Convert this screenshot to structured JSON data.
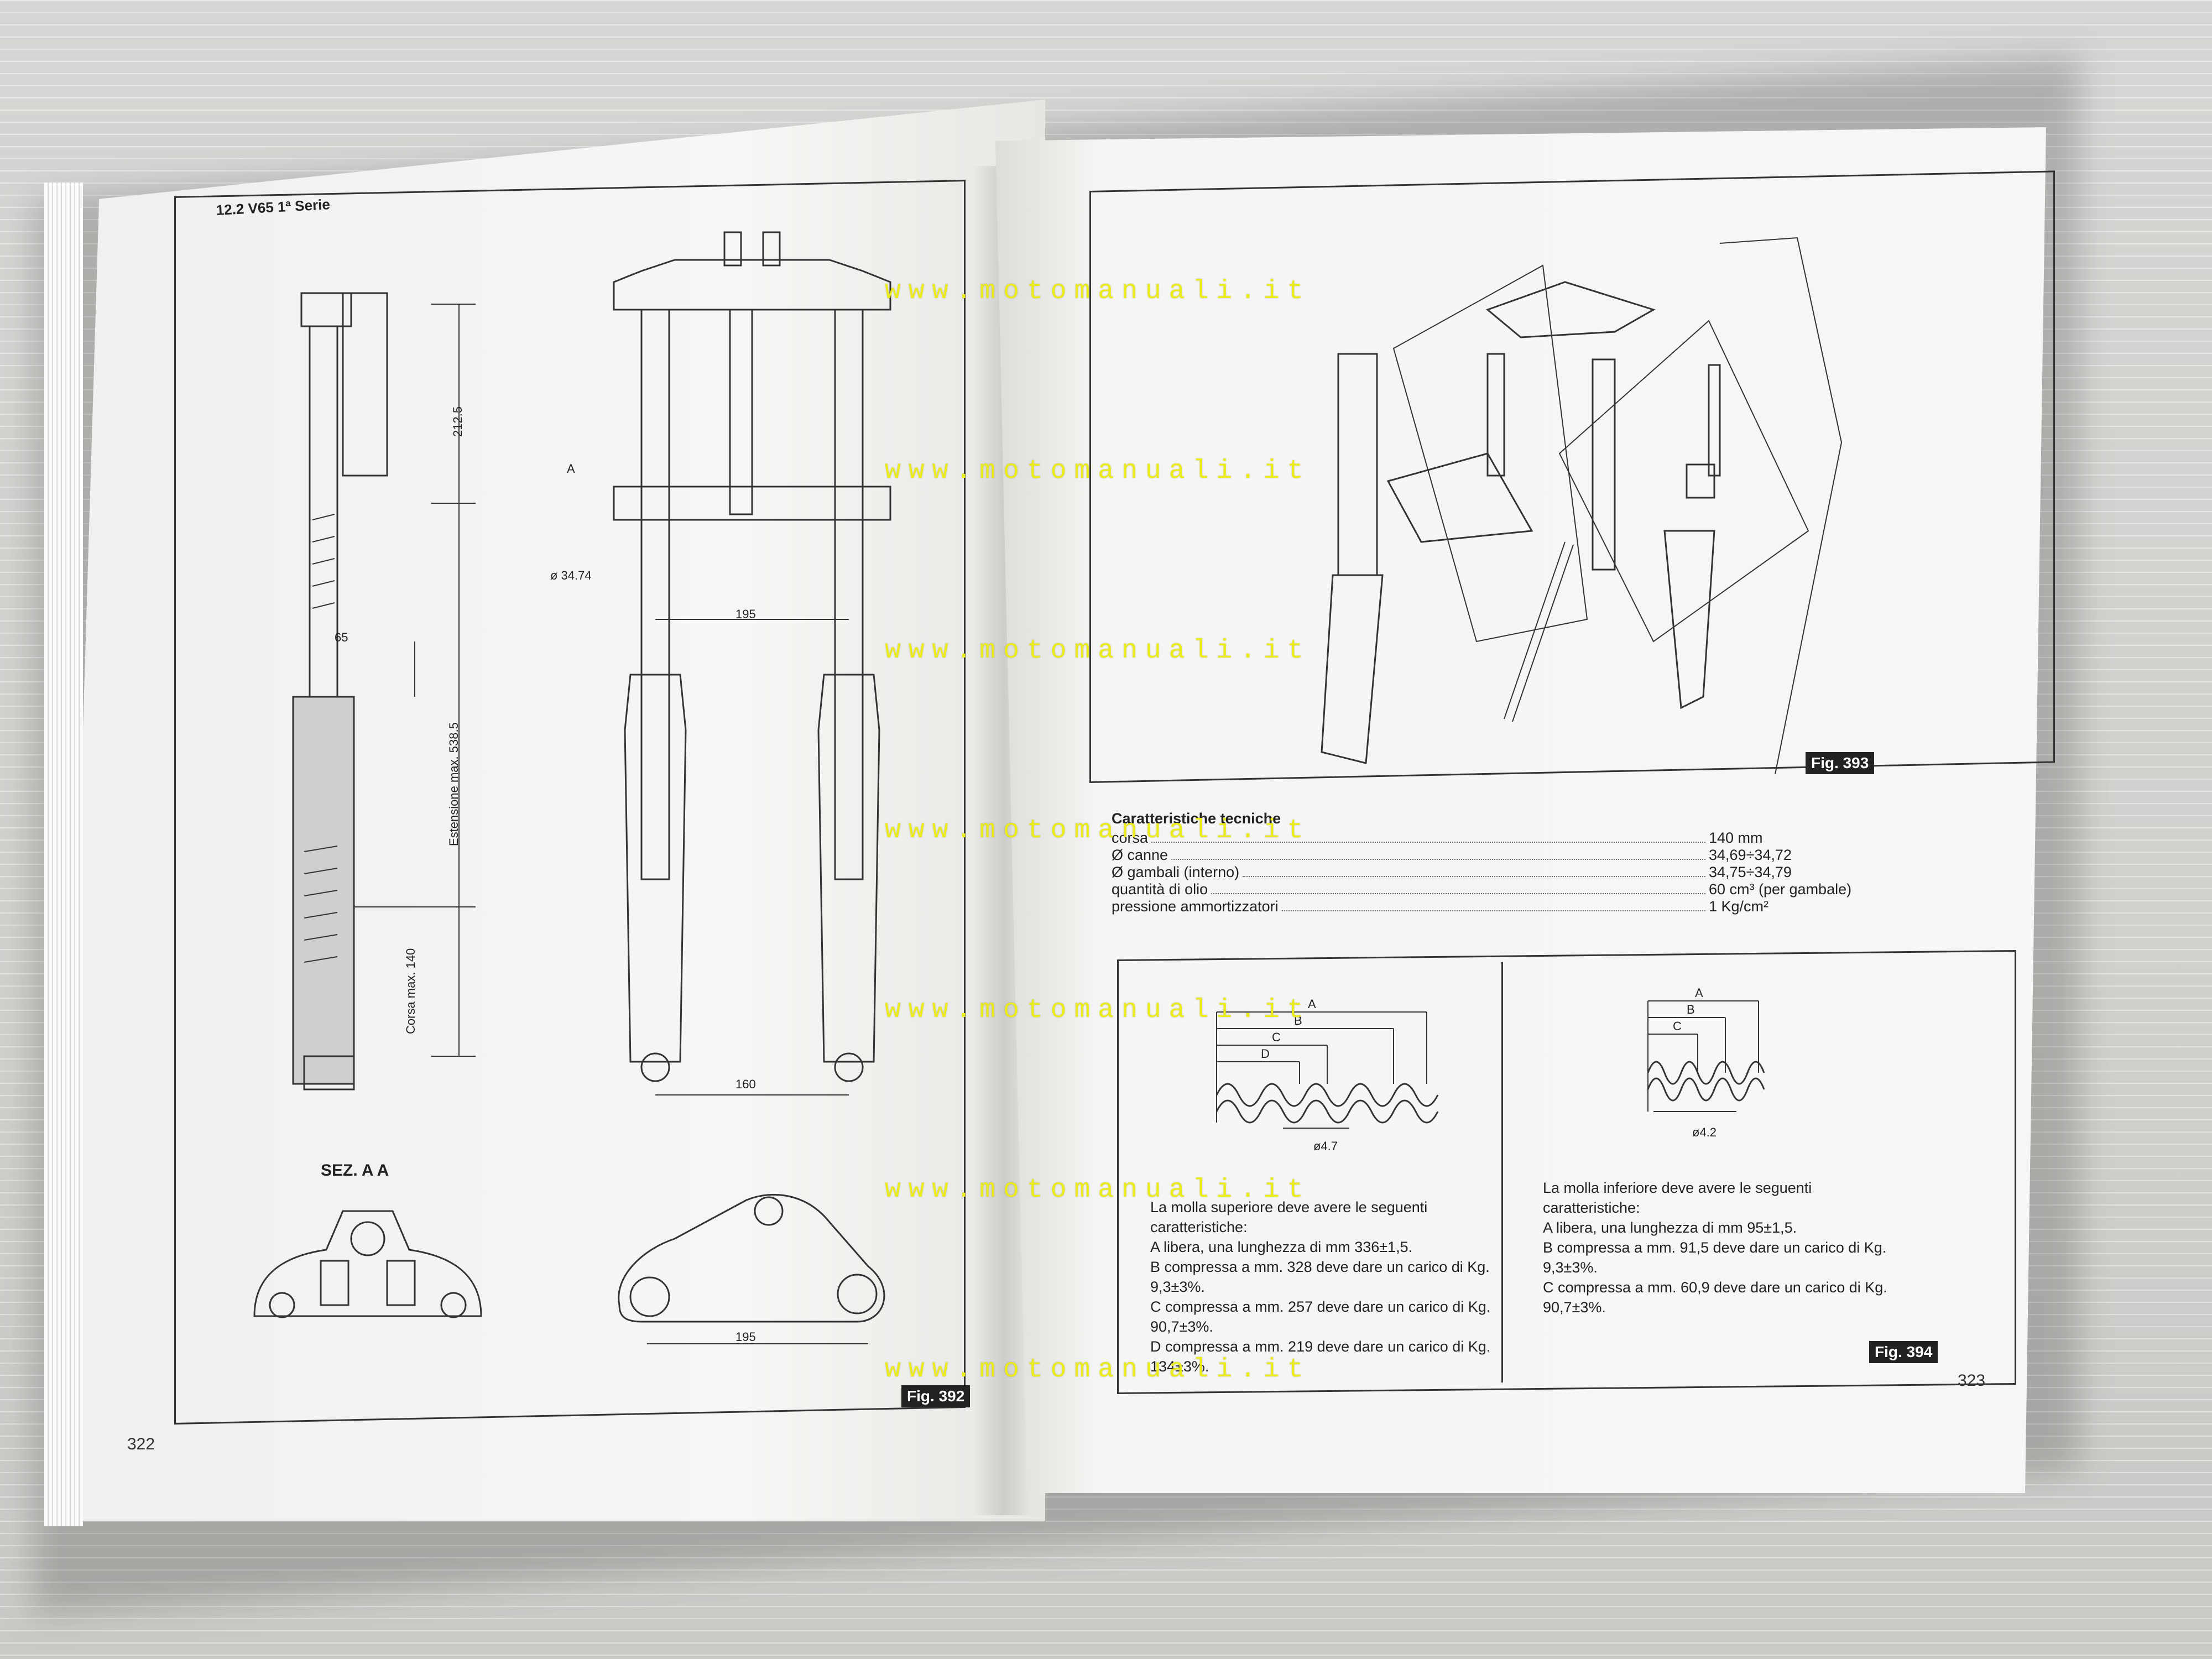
{
  "left_page": {
    "header": "12.2 V65 1ª Serie",
    "page_number": "322",
    "figure_label": "Fig. 392",
    "section_label": "SEZ. A A",
    "section_marker": "A",
    "dimensions": {
      "d1": "212.5",
      "d2": "65",
      "d3": "Estensione max. 538.5",
      "d4": "Corsa max. 140",
      "d5": "ø 34.74",
      "d6": "195",
      "d7": "160",
      "d8": "195"
    }
  },
  "right_page": {
    "page_number": "323",
    "figure_393_label": "Fig. 393",
    "figure_394_label": "Fig. 394",
    "specs": {
      "title": "Caratteristiche tecniche",
      "rows": [
        {
          "label": "corsa",
          "value": "140 mm"
        },
        {
          "label": "Ø canne",
          "value": "34,69÷34,72"
        },
        {
          "label": "Ø gambali (interno)",
          "value": "34,75÷34,79"
        },
        {
          "label": "quantità di olio",
          "value": "60 cm³ (per gambale)"
        },
        {
          "label": "pressione ammortizzatori",
          "value": "1 Kg/cm²"
        }
      ]
    },
    "upper_spring": {
      "labels": [
        "A",
        "B",
        "C",
        "D"
      ],
      "diameter": "ø4.7",
      "intro": "La molla superiore deve avere le seguenti caratteristiche:",
      "items": [
        "A  libera, una lunghezza di mm 336±1,5.",
        "B  compressa a mm. 328 deve dare un carico di Kg. 9,3±3%.",
        "C  compressa a mm. 257 deve dare un carico di Kg. 90,7±3%.",
        "D  compressa a mm. 219 deve dare un carico di Kg. 134±3%."
      ]
    },
    "lower_spring": {
      "labels": [
        "A",
        "B",
        "C"
      ],
      "diameter": "ø4.2",
      "intro": "La molla inferiore deve avere le seguenti caratteristiche:",
      "items": [
        "A  libera, una lunghezza di mm 95±1,5.",
        "B  compressa a mm. 91,5 deve dare un carico di Kg. 9,3±3%.",
        "C  compressa a mm. 60,9 deve dare un carico di Kg. 90,7±3%."
      ]
    }
  },
  "watermark": "www.motomanuali.it"
}
